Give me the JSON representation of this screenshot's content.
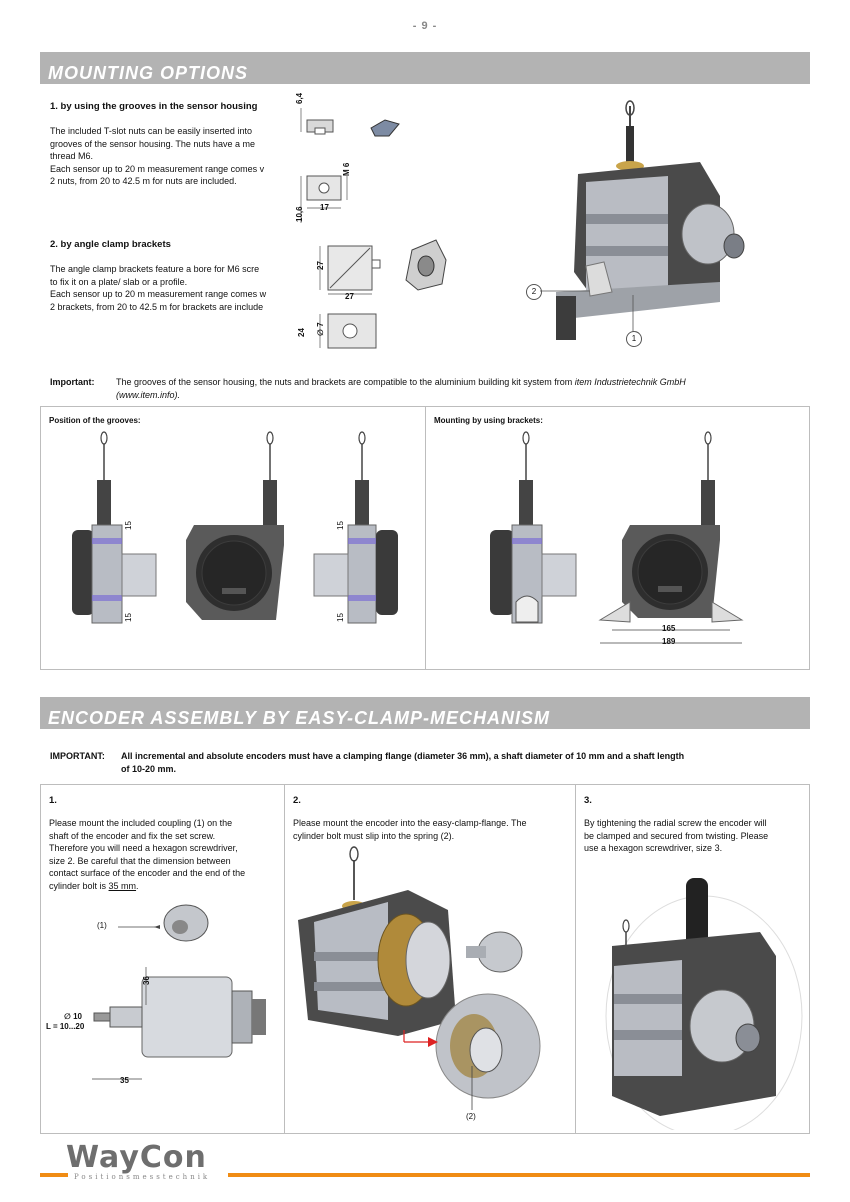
{
  "page_number": "- 9 -",
  "mounting": {
    "title": "MOUNTING OPTIONS",
    "groove_heading": "1. by using the grooves in the sensor housing",
    "groove_text_1": "The included T-slot nuts can be easily inserted into",
    "groove_text_2": "grooves of the sensor housing. The nuts have a me",
    "groove_text_3": "thread M6.",
    "groove_text_4": "Each sensor up to 20 m measurement range comes v",
    "groove_text_5": "2 nuts, from 20 to 42.5 m for nuts are included.",
    "bracket_heading": "2. by angle clamp brackets",
    "bracket_text_1": "The angle clamp brackets feature a bore for M6 scre",
    "bracket_text_2": "to fix it on a plate/ slab or a profile.",
    "bracket_text_3": "Each sensor up to 20 m measurement range comes w",
    "bracket_text_4": "2 brackets, from 20 to 42.5 m for brackets are include",
    "dims": {
      "d64": "6,4",
      "dm6": "M 6",
      "d106": "10,6",
      "d17": "17",
      "d27v": "27",
      "d27h": "27",
      "d24": "24",
      "d7": "∅ 7"
    },
    "callout_2": "2",
    "callout_1": "1",
    "important_label": "Important:",
    "important_text_a": "The grooves of the sensor housing, the nuts and brackets are compatible to the aluminium building kit system from ",
    "important_text_em": "item Industrietechnik GmbH",
    "important_text_b": "(www.item.info).",
    "panel_left_title": "Position of the grooves:",
    "panel_right_title": "Mounting by using brackets:",
    "dim_165": "165",
    "dim_189": "189",
    "groove_dim": "15"
  },
  "encoder": {
    "title": "ENCODER ASSEMBLY BY EASY-CLAMP-MECHANISM",
    "important_label": "IMPORTANT:",
    "important_text_1": "All incremental and absolute encoders must have a clamping flange (diameter 36 mm), a shaft diameter of 10 mm and a shaft length",
    "important_text_2": "of 10-20 mm.",
    "step1": {
      "num": "1.",
      "line1": "Please mount the included coupling (1) on the",
      "line2": "shaft of the encoder and fix the set screw.",
      "line3": "Therefore you will need a hexagon screwdriver,",
      "line4": "size 2. Be careful that the dimension between",
      "line5": "contact surface of the encoder and the end of the",
      "line6": "cylinder bolt is ",
      "line6_u": "35 mm",
      "line6_end": ".",
      "callout": "(1)",
      "d36": "36",
      "d10": "∅ 10",
      "len": "L = 10...20",
      "d35": "35"
    },
    "step2": {
      "num": "2.",
      "line1": "Please mount the encoder into the easy-clamp-flange. The",
      "line2": "cylinder bolt must slip into the spring (2).",
      "callout": "(2)"
    },
    "step3": {
      "num": "3.",
      "line1": "By tightening the radial screw the encoder will",
      "line2": "be clamped and secured from twisting. Please",
      "line3": "use a hexagon screwdriver, size 3."
    }
  },
  "footer": {
    "brand": "WayCon",
    "tagline": "Positionsmesstechnik"
  },
  "colors": {
    "bar": "#b3b3b3",
    "accent": "#f08c14",
    "housing": "#4a4a4a"
  }
}
